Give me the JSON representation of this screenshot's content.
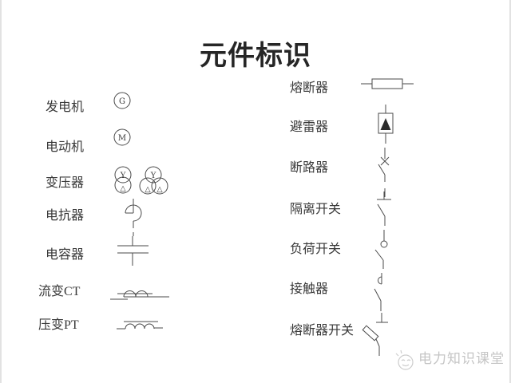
{
  "title": "元件标识",
  "left_items": [
    {
      "label": "发电机"
    },
    {
      "label": "电动机"
    },
    {
      "label": "变压器"
    },
    {
      "label": "电抗器"
    },
    {
      "label": "电容器"
    },
    {
      "label": "流变CT"
    },
    {
      "label": "压变PT"
    }
  ],
  "right_items": [
    {
      "label": "熔断器"
    },
    {
      "label": "避雷器"
    },
    {
      "label": "断路器"
    },
    {
      "label": "隔离开关"
    },
    {
      "label": "负荷开关"
    },
    {
      "label": "接触器"
    },
    {
      "label": "熔断器开关"
    }
  ],
  "symbols": {
    "generator_letter": "G",
    "motor_letter": "M",
    "star": "Y",
    "delta": "△"
  },
  "watermark": {
    "text": "电力知识课堂"
  },
  "colors": {
    "background": "#ffffff",
    "label_text": "#383838",
    "title_text": "#262626",
    "symbol_line": "#4a4a4a",
    "watermark_text": "#c5c5c5",
    "edge_border": "#e2e2e2"
  }
}
